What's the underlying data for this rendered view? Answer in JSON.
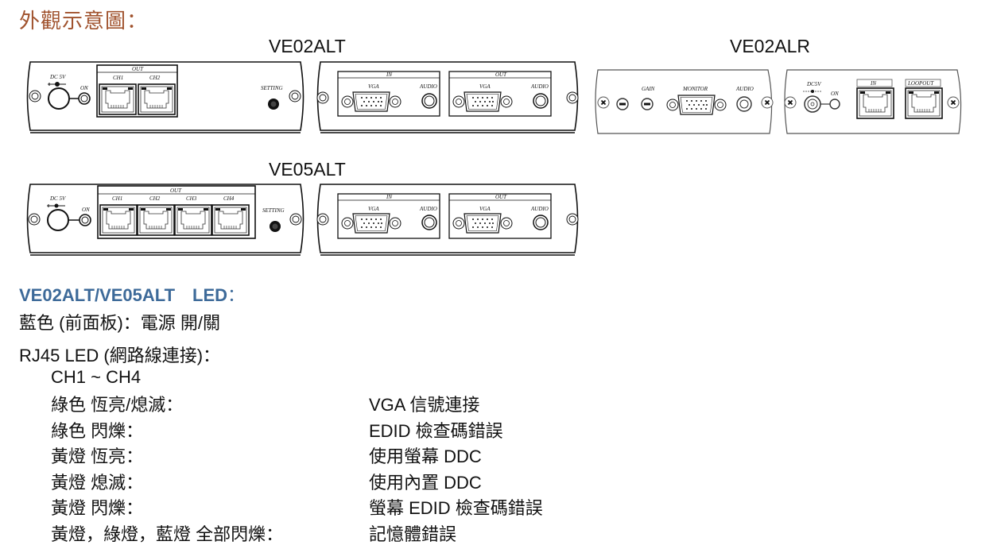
{
  "page_title": "外觀示意圖：",
  "models": {
    "ve02alt": {
      "label": "VE02ALT",
      "front": {
        "dc": "DC 5V",
        "on": "ON",
        "out": "OUT",
        "channels": [
          "CH1",
          "CH2"
        ],
        "setting": "SETTING"
      },
      "rear": {
        "in": "IN",
        "out": "OUT",
        "vga": "VGA",
        "audio": "AUDIO"
      }
    },
    "ve02alr": {
      "label": "VE02ALR",
      "front": {
        "gain": "GAIN",
        "monitor": "MONITOR",
        "audio": "AUDIO"
      },
      "rear": {
        "dc": "DC5V",
        "on": "ON",
        "in": "IN",
        "loopout": "LOOPOUT"
      }
    },
    "ve05alt": {
      "label": "VE05ALT",
      "front": {
        "dc": "DC 5V",
        "on": "ON",
        "out": "OUT",
        "channels": [
          "CH1",
          "CH2",
          "CH3",
          "CH4"
        ],
        "setting": "SETTING"
      },
      "rear": {
        "in": "IN",
        "out": "OUT",
        "vga": "VGA",
        "audio": "AUDIO"
      }
    }
  },
  "led_section": {
    "heading": "VE02ALT/VE05ALT　LED",
    "heading_colon": "：",
    "blue_line": "藍色 (前面板)：電源 開/關",
    "rj45_heading": "RJ45 LED (網路線連接)：",
    "channel_range": "CH1 ~ CH4",
    "rows": [
      {
        "state": "綠色 恆亮/熄滅：",
        "meaning": "VGA 信號連接"
      },
      {
        "state": "綠色 閃爍：",
        "meaning": "EDID 檢查碼錯誤"
      },
      {
        "state": "黃燈 恆亮：",
        "meaning": "使用螢幕 DDC"
      },
      {
        "state": "黃燈 熄滅：",
        "meaning": "使用內置 DDC"
      },
      {
        "state": "黃燈 閃爍：",
        "meaning": "螢幕 EDID 檢查碼錯誤"
      },
      {
        "state": "黃燈，綠燈，藍燈 全部閃爍：",
        "meaning": "記憶體錯誤"
      }
    ]
  }
}
